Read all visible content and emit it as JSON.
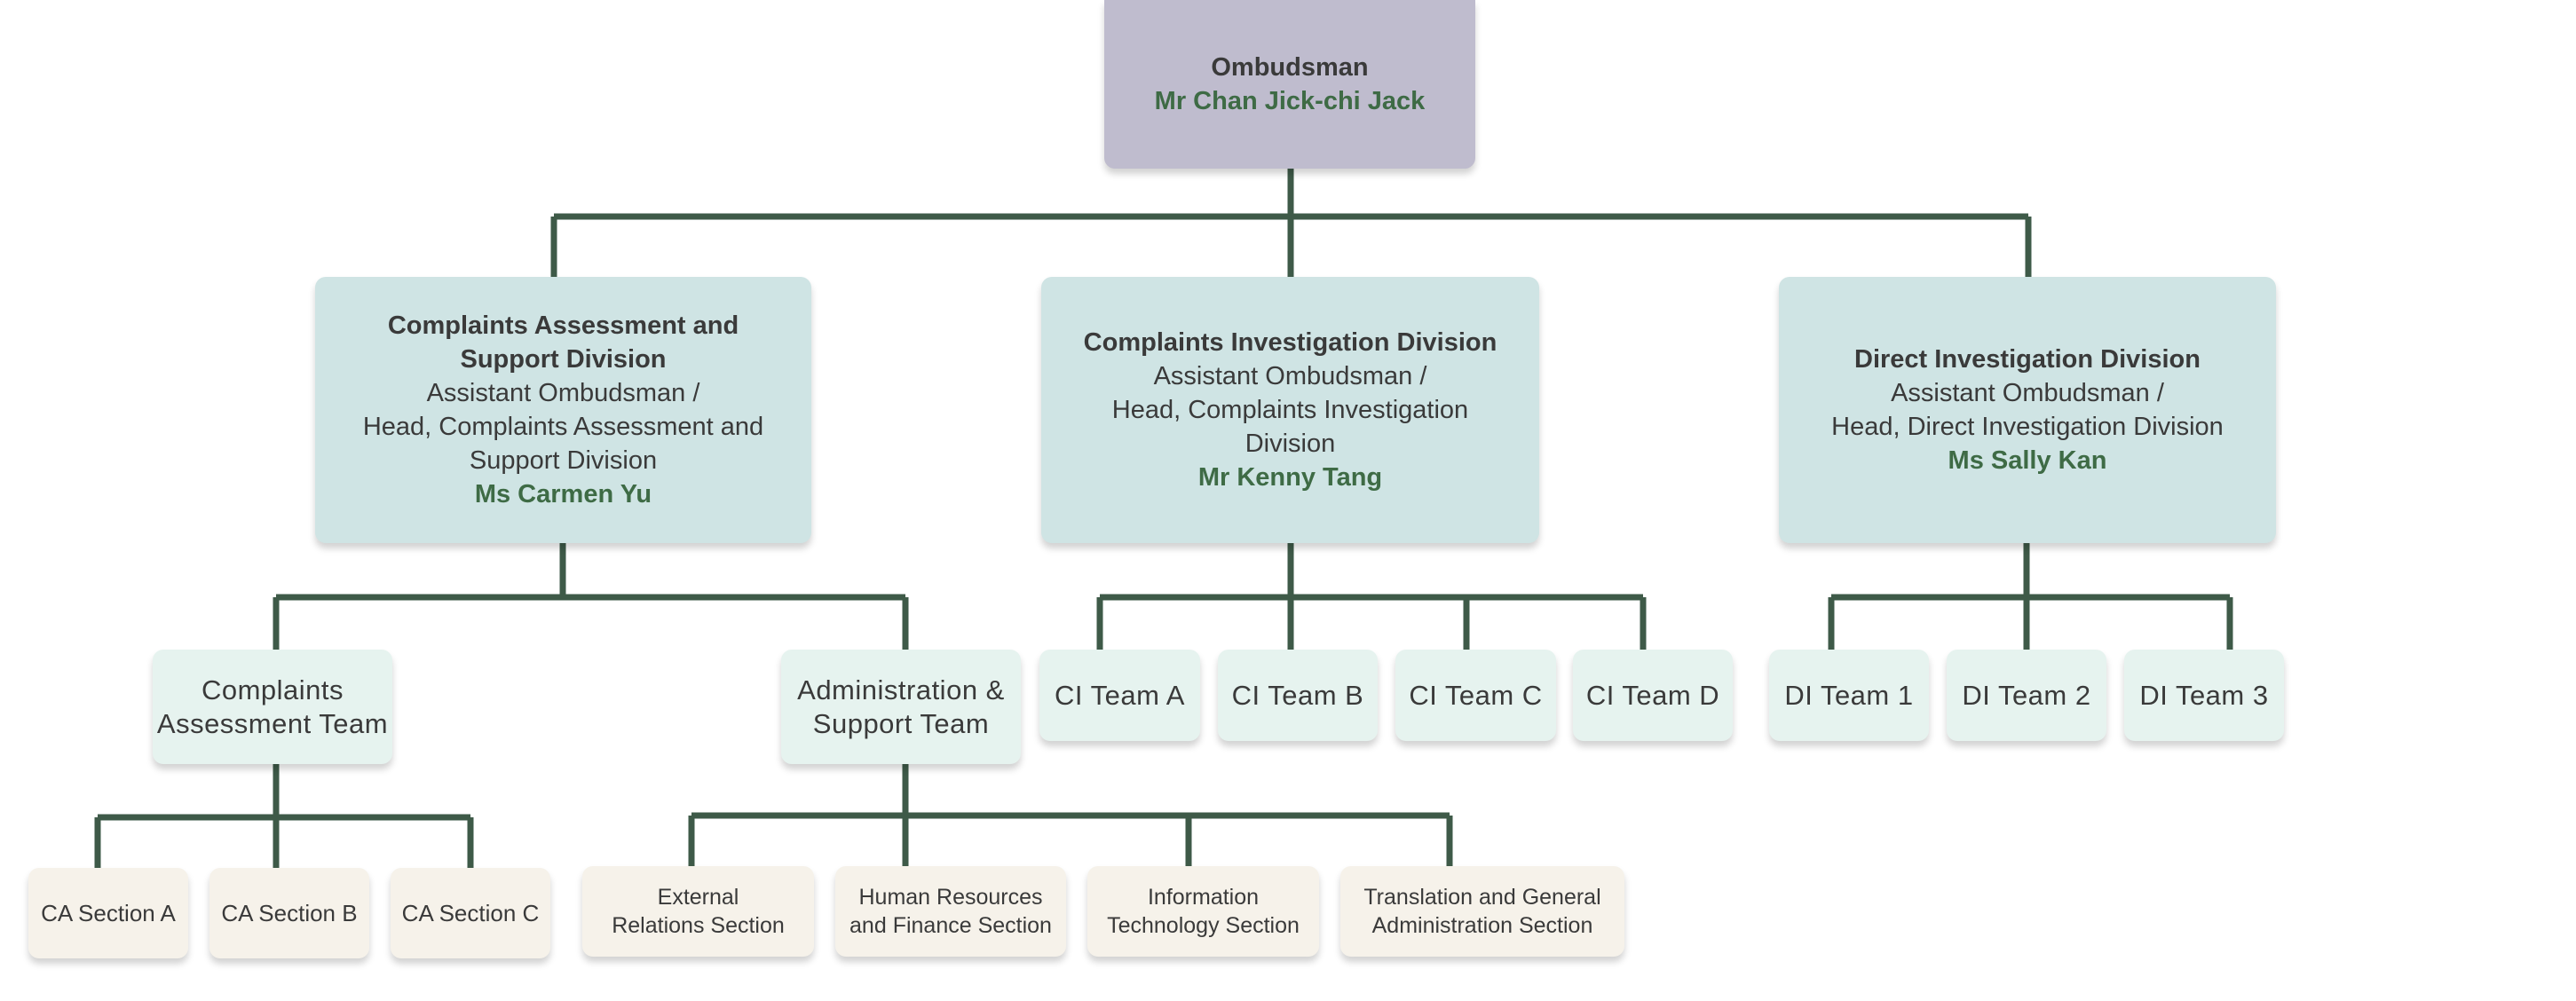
{
  "ombudsman": {
    "title": "Ombudsman",
    "name": "Mr Chan Jick-chi Jack"
  },
  "divisions": {
    "casd": {
      "title": "Complaints Assessment and\nSupport Division",
      "role": "Assistant Ombudsman /\nHead, Complaints Assessment and\nSupport Division",
      "name": "Ms Carmen Yu"
    },
    "cid": {
      "title": "Complaints Investigation Division",
      "role": "Assistant Ombudsman /\nHead, Complaints Investigation\nDivision",
      "name": "Mr Kenny Tang"
    },
    "did": {
      "title": "Direct Investigation Division",
      "role": "Assistant Ombudsman /\nHead, Direct Investigation Division",
      "name": "Ms Sally Kan"
    }
  },
  "teams": {
    "cat": "Complaints\nAssessment Team",
    "ast": "Administration &\nSupport Team",
    "ci": [
      "CI Team A",
      "CI Team B",
      "CI Team C",
      "CI Team D"
    ],
    "di": [
      "DI Team 1",
      "DI Team 2",
      "DI Team 3"
    ]
  },
  "sections": {
    "ca": [
      "CA Section A",
      "CA Section B",
      "CA Section C"
    ],
    "admin": [
      "External\nRelations Section",
      "Human Resources\nand Finance Section",
      "Information\nTechnology Section",
      "Translation and General\nAdministration Section"
    ]
  },
  "colors": {
    "connector": "#3e5a48",
    "ombudsman_box": "#bfbcce",
    "division_box": "#cfe4e4",
    "team_box": "#e6f3ef",
    "section_box": "#f6f2ea",
    "name_text": "#3e6b45"
  }
}
